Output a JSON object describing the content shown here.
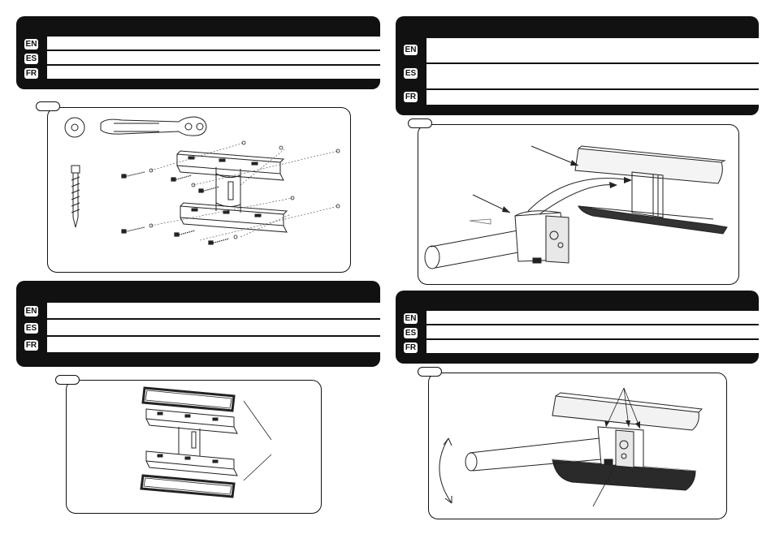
{
  "panels": [
    {
      "id": "p1",
      "header": "",
      "rows": [
        {
          "lang": "EN",
          "text": ""
        },
        {
          "lang": "ES",
          "text": ""
        },
        {
          "lang": "FR",
          "text": ""
        }
      ]
    },
    {
      "id": "p2",
      "header": "",
      "rows": [
        {
          "lang": "EN",
          "text": ""
        },
        {
          "lang": "ES",
          "text": ""
        },
        {
          "lang": "FR",
          "text": ""
        }
      ]
    },
    {
      "id": "p3",
      "header": "",
      "rows": [
        {
          "lang": "EN",
          "text": ""
        },
        {
          "lang": "ES",
          "text": ""
        },
        {
          "lang": "FR",
          "text": ""
        }
      ]
    },
    {
      "id": "p4",
      "header": "",
      "rows": [
        {
          "lang": "EN",
          "text": ""
        },
        {
          "lang": "ES",
          "text": ""
        },
        {
          "lang": "FR",
          "text": ""
        }
      ]
    }
  ],
  "steps": [
    {
      "id": "step-1",
      "number": ""
    },
    {
      "id": "step-2",
      "number": ""
    },
    {
      "id": "step-3",
      "number": ""
    },
    {
      "id": "step-4",
      "number": ""
    }
  ],
  "icons": [
    "washer-icon",
    "ratchet-wrench-icon",
    "lag-screw-icon",
    "bracket-icon",
    "pole-icon",
    "speaker-cabinet-icon",
    "rotation-arrow-icon"
  ]
}
